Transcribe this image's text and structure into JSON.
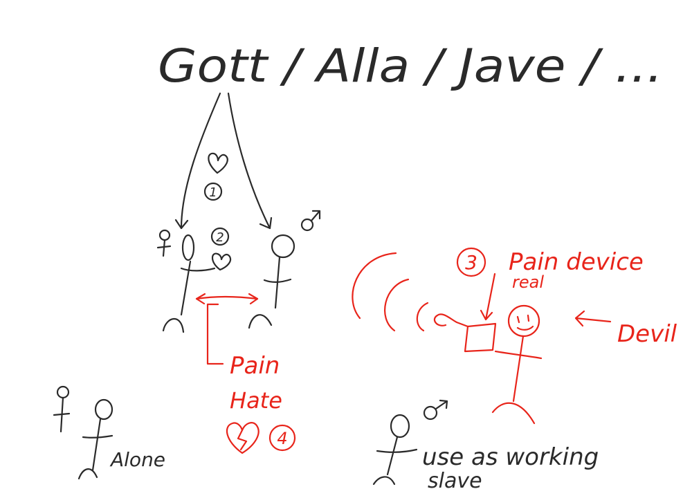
{
  "title": "Gott / Alla / Jave / ...",
  "labels": {
    "step_1": "1",
    "step_2": "2",
    "step_3": "3",
    "step_4": "4",
    "pain_device_line1": "Pain device",
    "pain_device_line2": "real",
    "devil": "Devil",
    "pain": "Pain",
    "hate": "Hate",
    "alone": "Alone",
    "use_as_working_line1": "use as working",
    "use_as_working_line2": "slave",
    "female_symbol": "♀",
    "male_symbol": "♂"
  },
  "colors": {
    "ink": "#2a2a2a",
    "accent": "#e8241a",
    "background": "#ffffff"
  },
  "icons": [
    "heart-icon",
    "broken-heart-icon",
    "female-symbol-icon",
    "male-symbol-icon",
    "smiley-face-icon"
  ]
}
